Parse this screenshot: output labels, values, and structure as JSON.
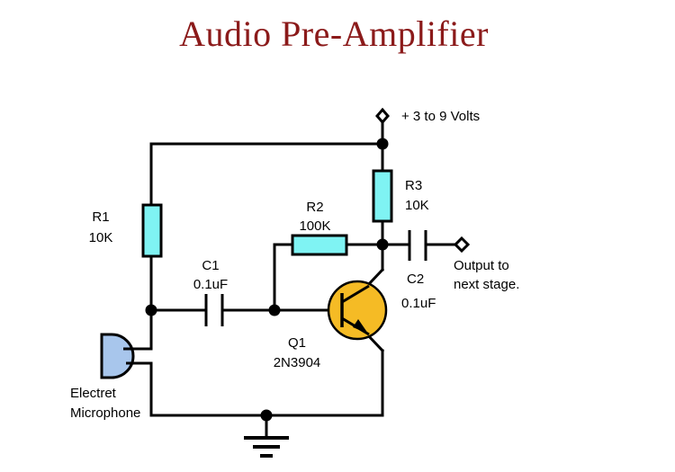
{
  "title": "Audio Pre-Amplifier",
  "colors": {
    "title_color": "#8b1a1a",
    "resistor_fill": "#7ff3f3",
    "transistor_fill": "#f5bb25",
    "microphone_fill": "#a8c6ec",
    "wire": "#000000",
    "background": "#ffffff"
  },
  "supply": {
    "label": "+ 3 to 9 Volts",
    "terminal": "open-circle-terminal"
  },
  "output": {
    "line1": "Output to",
    "line2": "next stage.",
    "terminal": "open-circle-terminal"
  },
  "components": {
    "r1": {
      "ref": "R1",
      "value": "10K",
      "type": "resistor",
      "orientation": "vertical"
    },
    "r2": {
      "ref": "R2",
      "value": "100K",
      "type": "resistor",
      "orientation": "horizontal"
    },
    "r3": {
      "ref": "R3",
      "value": "10K",
      "type": "resistor",
      "orientation": "vertical"
    },
    "c1": {
      "ref": "C1",
      "value": "0.1uF",
      "type": "capacitor",
      "orientation": "horizontal"
    },
    "c2": {
      "ref": "C2",
      "value": "0.1uF",
      "type": "capacitor",
      "orientation": "horizontal"
    },
    "q1": {
      "ref": "Q1",
      "value": "2N3904",
      "type": "npn-transistor"
    },
    "mic": {
      "line1": "Electret",
      "line2": "Microphone",
      "type": "electret-microphone"
    },
    "gnd": {
      "type": "ground-symbol"
    }
  }
}
